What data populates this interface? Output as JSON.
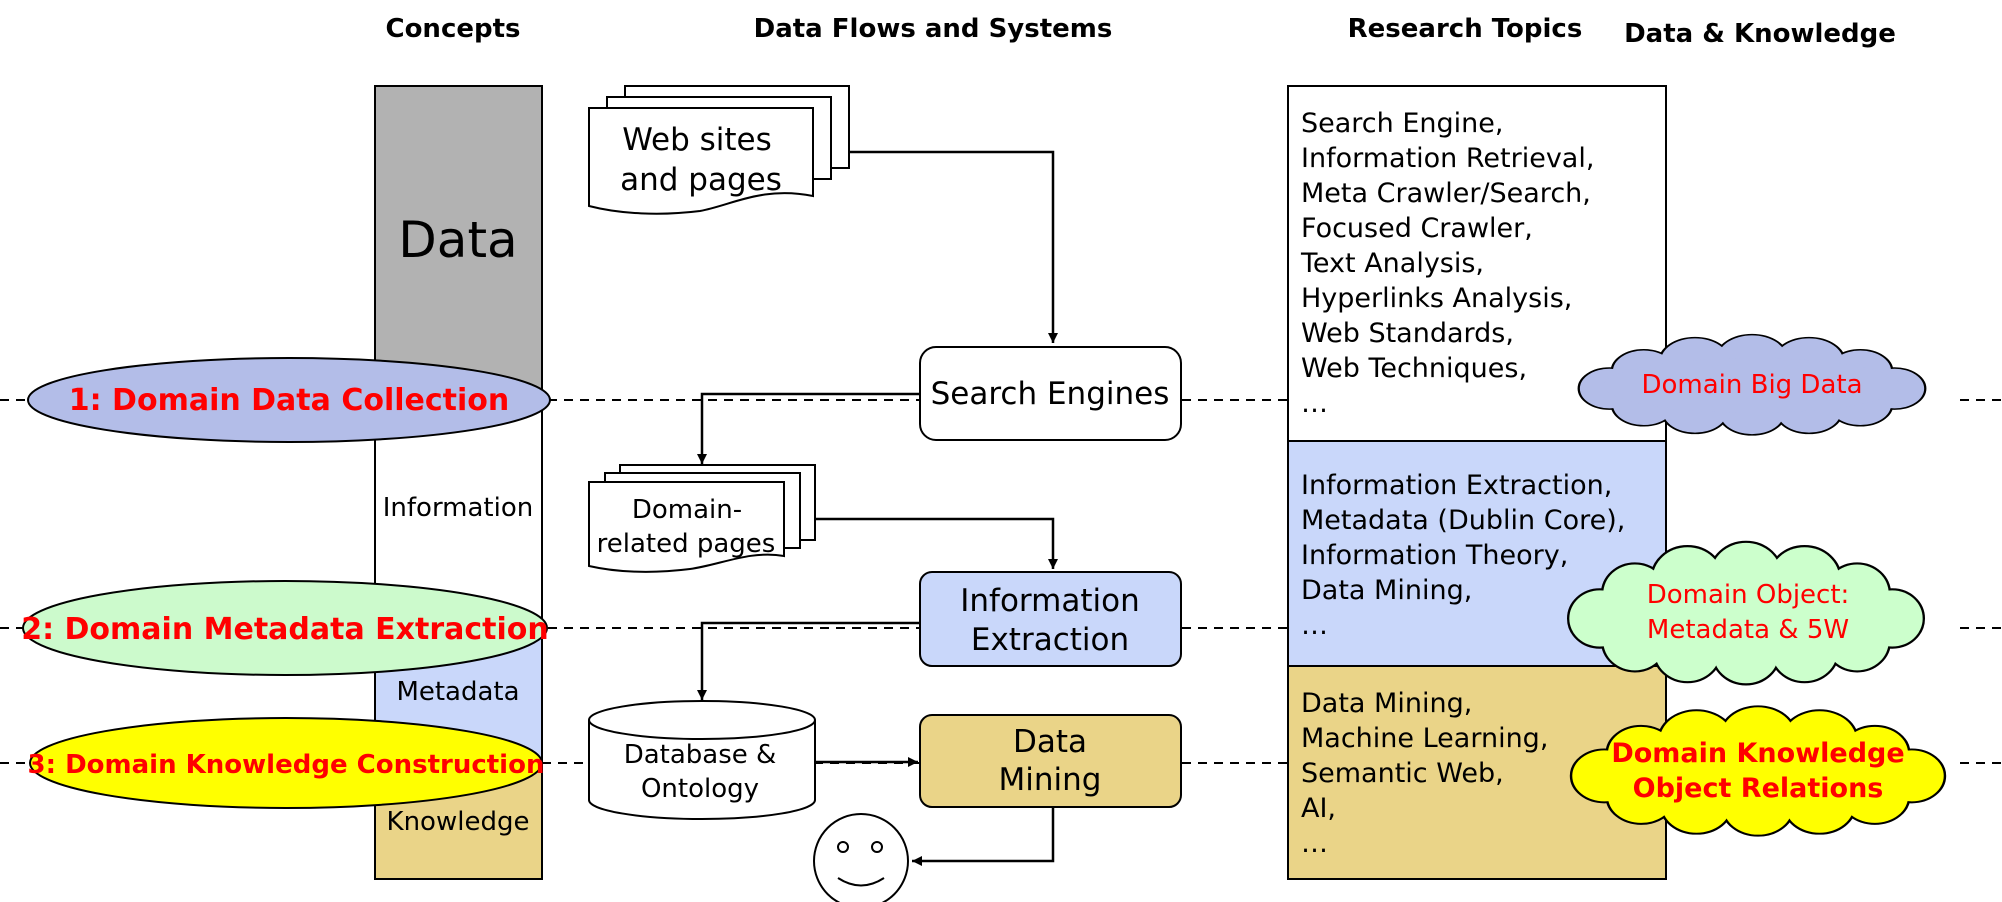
{
  "headers": {
    "concepts": "Concepts",
    "flows": "Data Flows and Systems",
    "topics": "Research Topics",
    "knowledge": "Data & Knowledge"
  },
  "concept_bar": {
    "data": "Data",
    "information": "Information",
    "metadata": "Metadata",
    "knowledge": "Knowledge"
  },
  "stages": {
    "s1": "1: Domain Data Collection",
    "s2": "2: Domain Metadata Extraction",
    "s3": "3: Domain Knowledge Construction"
  },
  "flow": {
    "web_line1": "Web sites",
    "web_line2": "and pages",
    "search": "Search Engines",
    "domain_line1": "Domain-",
    "domain_line2": "related pages",
    "ie_line1": "Information",
    "ie_line2": "Extraction",
    "db_line1": "Database &",
    "db_line2": "Ontology",
    "dm_line1": "Data",
    "dm_line2": "Mining"
  },
  "topics": {
    "group1": [
      "Search Engine,",
      "Information Retrieval,",
      "Meta Crawler/Search,",
      "Focused Crawler,",
      "Text Analysis,",
      "Hyperlinks Analysis,",
      "Web Standards,",
      "Web Techniques,",
      "…"
    ],
    "group2": [
      "Information Extraction,",
      "Metadata (Dublin Core),",
      "Information Theory,",
      "Data Mining,",
      "…"
    ],
    "group3": [
      "Data Mining,",
      "Machine Learning,",
      "Semantic Web,",
      "AI,",
      "…"
    ]
  },
  "clouds": {
    "c1": "Domain Big Data",
    "c2_line1": "Domain Object:",
    "c2_line2": "Metadata & 5W",
    "c3_line1": "Domain Knowledge",
    "c3_line2": "Object Relations"
  },
  "colors": {
    "grey": "#b2b2b2",
    "blue": "#c9d7fa",
    "tan": "#ead488",
    "ellipse_blue": "#b3bde8",
    "ellipse_green": "#ccfacc",
    "ellipse_yellow": "#ffff00",
    "cloud_green": "#ccffcc",
    "label_red": "#ff0000"
  }
}
